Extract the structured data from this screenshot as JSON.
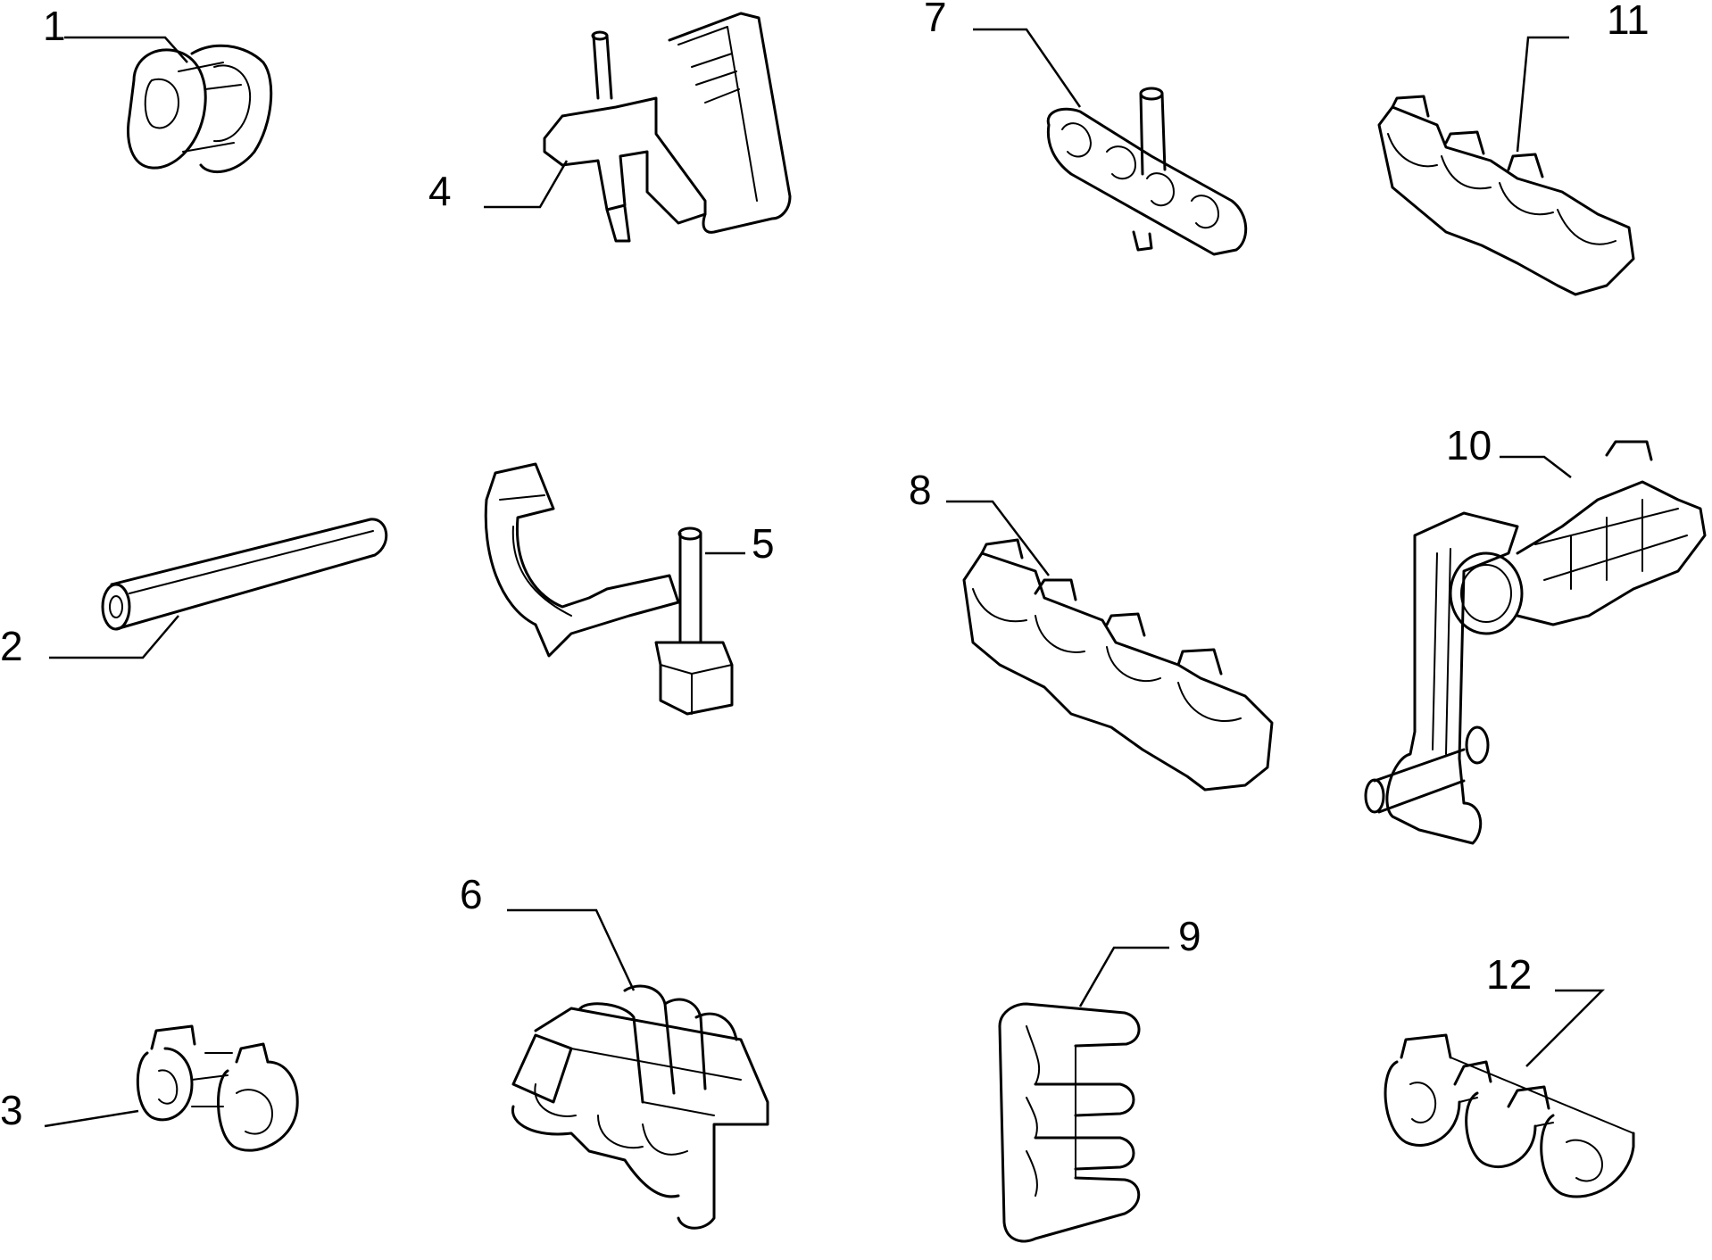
{
  "diagram": {
    "callouts": [
      {
        "id": "1",
        "label": "1"
      },
      {
        "id": "2",
        "label": "2"
      },
      {
        "id": "3",
        "label": "3"
      },
      {
        "id": "4",
        "label": "4"
      },
      {
        "id": "5",
        "label": "5"
      },
      {
        "id": "6",
        "label": "6"
      },
      {
        "id": "7",
        "label": "7"
      },
      {
        "id": "8",
        "label": "8"
      },
      {
        "id": "9",
        "label": "9"
      },
      {
        "id": "10",
        "label": "10"
      },
      {
        "id": "11",
        "label": "11"
      },
      {
        "id": "12",
        "label": "12"
      }
    ],
    "colors": {
      "line": "#000000",
      "background": "#ffffff"
    }
  }
}
